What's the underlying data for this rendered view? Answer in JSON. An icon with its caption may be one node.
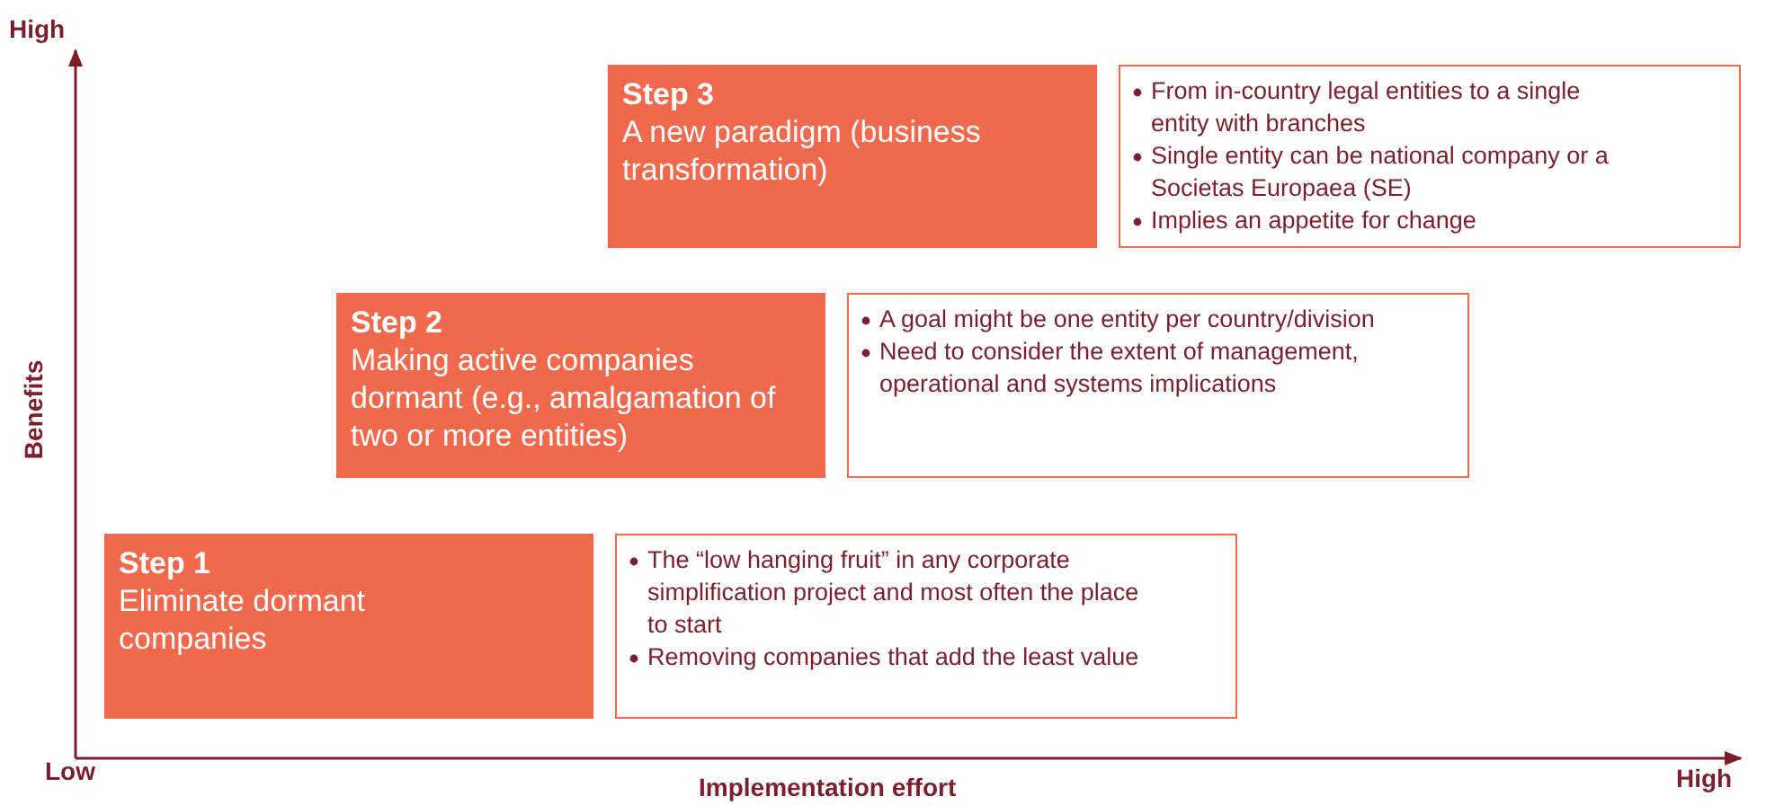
{
  "diagram": {
    "nodes": [
      {
        "text": [
          "Step 3",
          "A new paradigm (business transformation)"
        ]
      },
      {
        "text": [
          "From in-country legal entities to a single entity with branches",
          "Single entity can be national company or a Societas Europaea (SE)",
          "Implies an appetite for change"
        ]
      },
      {
        "text": [
          "Step 2",
          "Making active companies dormant (e.g., amalgamation of two or more entities)"
        ]
      },
      {
        "text": [
          "A goal might be  one entity per country/division",
          "Need to consider the extent of management, operational and systems implications"
        ]
      },
      {
        "text": [
          "Step 1",
          "Eliminate dormant companies"
        ]
      },
      {
        "text": [
          "The “low hanging fruit” in any corporate simplification project and most often the place to start",
          "Removing companies that add the least value"
        ]
      }
    ],
    "labels": [
      "High",
      "Benefits",
      "Low",
      "Implementation effort",
      "High"
    ]
  }
}
